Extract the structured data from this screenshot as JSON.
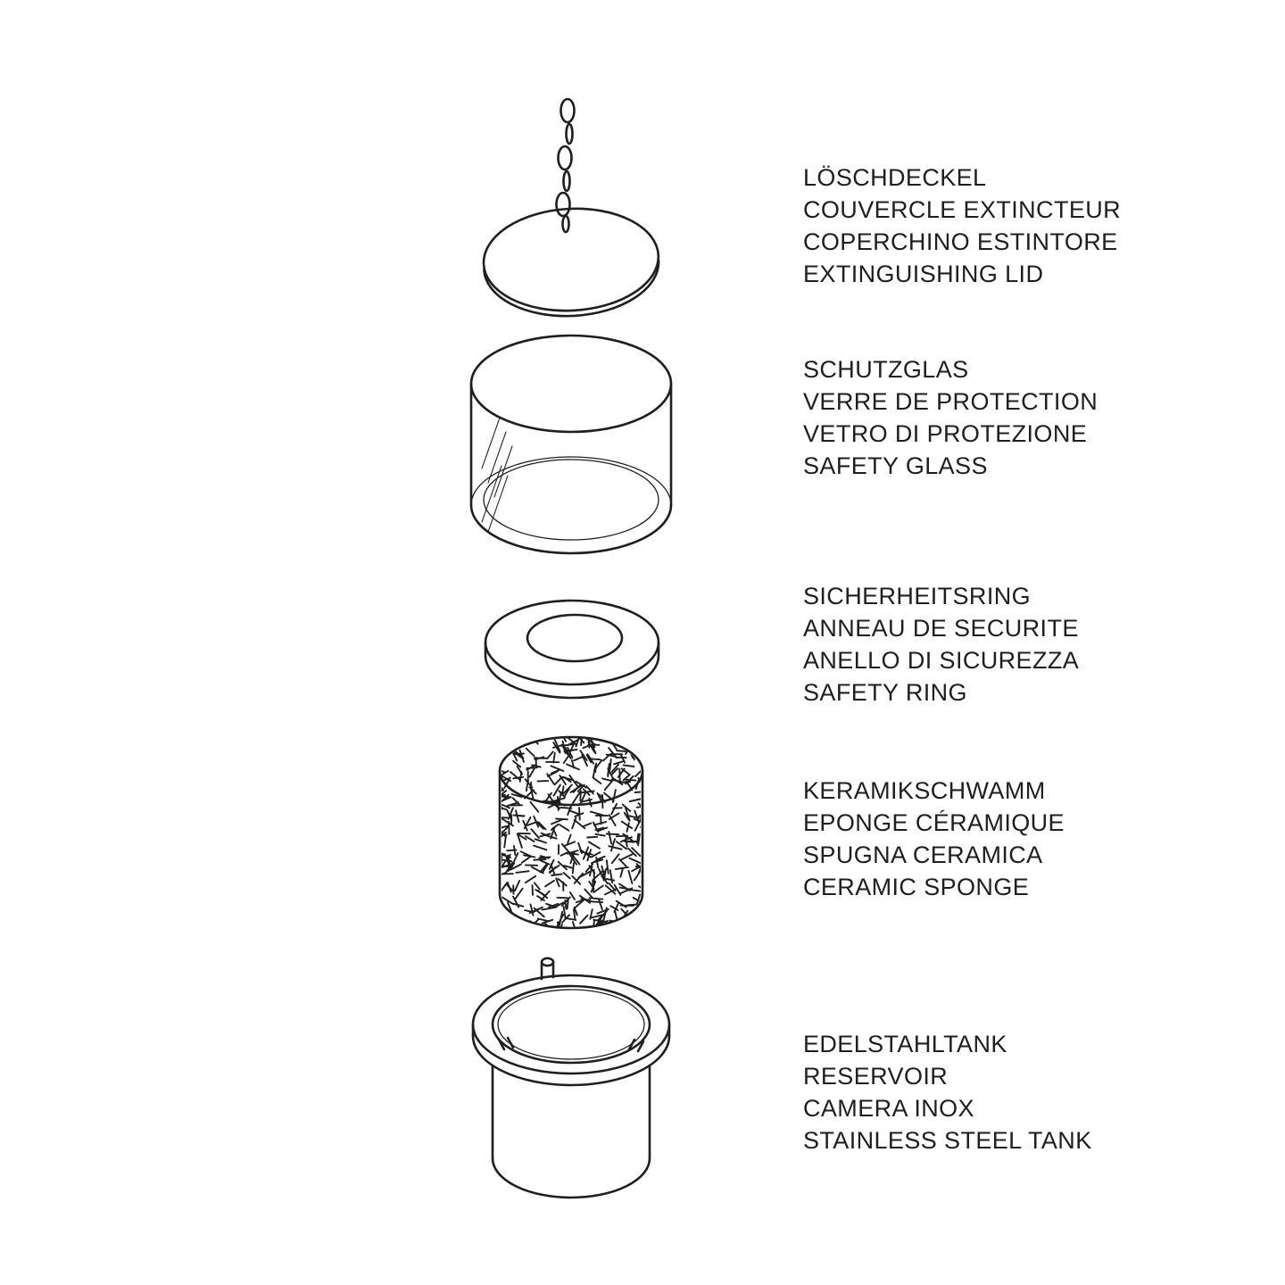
{
  "colors": {
    "ink": "#1f1f1f",
    "background": "#ffffff"
  },
  "parts": [
    {
      "icon": "extinguishing-lid-with-chain-drawing",
      "labels": [
        "LÖSCHDECKEL",
        "COUVERCLE EXTINCTEUR",
        "COPERCHINO ESTINTORE",
        "EXTINGUISHING LID"
      ]
    },
    {
      "icon": "safety-glass-cylinder-drawing",
      "labels": [
        "SCHUTZGLAS",
        "VERRE DE PROTECTION",
        "VETRO DI PROTEZIONE",
        "SAFETY GLASS"
      ]
    },
    {
      "icon": "safety-ring-drawing",
      "labels": [
        "SICHERHEITSRING",
        "ANNEAU DE SECURITE",
        "ANELLO DI SICUREZZA",
        "SAFETY RING"
      ]
    },
    {
      "icon": "ceramic-sponge-cylinder-drawing",
      "labels": [
        "KERAMIKSCHWAMM",
        "EPONGE CÉRAMIQUE",
        "SPUGNA CERAMICA",
        "CERAMIC SPONGE"
      ]
    },
    {
      "icon": "stainless-steel-tank-drawing",
      "labels": [
        "EDELSTAHLTANK",
        "RESERVOIR",
        "CAMERA INOX",
        "STAINLESS STEEL TANK"
      ]
    }
  ]
}
